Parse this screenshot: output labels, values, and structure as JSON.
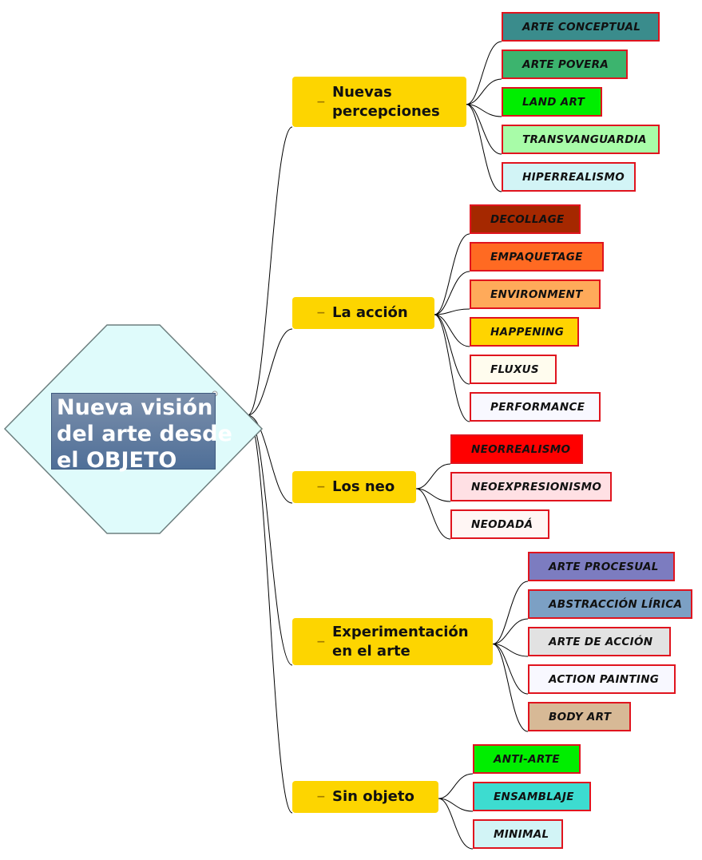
{
  "central": {
    "lines": [
      "Nueva visión",
      "del arte desde",
      "el OBJETO"
    ],
    "fill": "#dffbfb",
    "border": "#6d7f7f"
  },
  "branch_color": "#fdd500",
  "branches": [
    {
      "id": "nuevas-percepciones",
      "lines": [
        "Nuevas",
        "percepciones"
      ],
      "children": [
        {
          "label": "ARTE CONCEPTUAL",
          "color": "#3a8c8c"
        },
        {
          "label": "ARTE POVERA",
          "color": "#3cb46e"
        },
        {
          "label": "LAND ART",
          "color": "#00ee00"
        },
        {
          "label": "TRANSVANGUARDIA",
          "color": "#a8fca8"
        },
        {
          "label": "HIPERREALISMO",
          "color": "#d2f4f6"
        }
      ]
    },
    {
      "id": "la-accion",
      "lines": [
        "La acción"
      ],
      "children": [
        {
          "label": "DECOLLAGE",
          "color": "#a52800"
        },
        {
          "label": "EMPAQUETAGE",
          "color": "#ff6a22"
        },
        {
          "label": "ENVIRONMENT",
          "color": "#ffaa5a"
        },
        {
          "label": "HAPPENING",
          "color": "#ffd400"
        },
        {
          "label": "FLUXUS",
          "color": "#fffcee"
        },
        {
          "label": "PERFORMANCE",
          "color": "#f8f8ff"
        }
      ]
    },
    {
      "id": "los-neo",
      "lines": [
        "Los neo"
      ],
      "children": [
        {
          "label": "NEORREALISMO",
          "color": "#ff0000"
        },
        {
          "label": "NEOEXPRESIONISMO",
          "color": "#ffe0e4"
        },
        {
          "label": "NEODADÁ",
          "color": "#fff6f4"
        }
      ]
    },
    {
      "id": "experimentacion",
      "lines": [
        "Experimentación",
        "en el arte"
      ],
      "children": [
        {
          "label": "ARTE PROCESUAL",
          "color": "#7c7cc0"
        },
        {
          "label": "ABSTRACCIÓN LÍRICA",
          "color": "#7ca0c4"
        },
        {
          "label": "ARTE DE ACCIÓN",
          "color": "#e2e2e2"
        },
        {
          "label": "ACTION PAINTING",
          "color": "#f8f8ff"
        },
        {
          "label": "BODY ART",
          "color": "#d7b996"
        }
      ]
    },
    {
      "id": "sin-objeto",
      "lines": [
        "Sin objeto"
      ],
      "children": [
        {
          "label": "ANTI-ARTE",
          "color": "#00ee00"
        },
        {
          "label": "ENSAMBLAJE",
          "color": "#3ddcd0"
        },
        {
          "label": "MINIMAL",
          "color": "#d2f4f6"
        }
      ]
    }
  ]
}
